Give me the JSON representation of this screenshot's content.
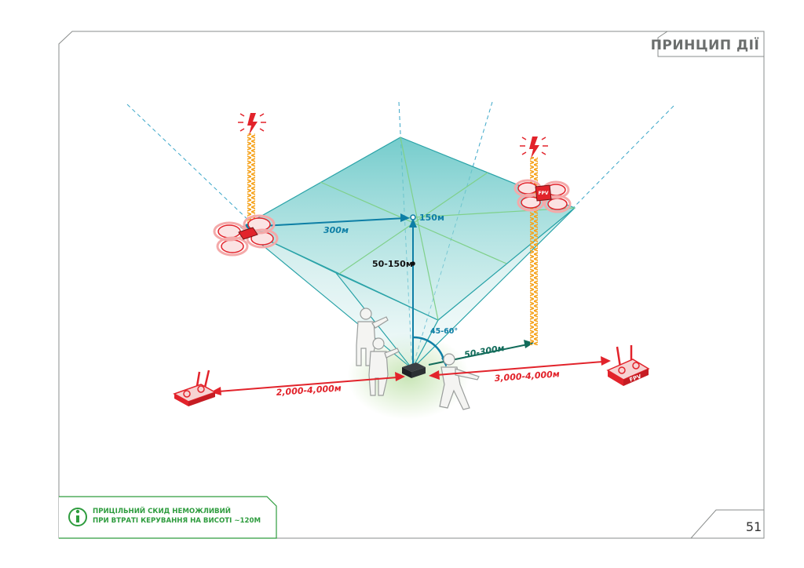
{
  "header": {
    "section_title": "ПРИНЦИП ДІЇ"
  },
  "page": {
    "number": "51"
  },
  "note": {
    "icon": "info-icon",
    "lines": [
      "ПРИЦІЛЬНИЙ СКИД НЕМОЖЛИВИЙ",
      "ПРИ ВТРАТІ КЕРУВАННЯ НА ВИСОТІ ~120М"
    ]
  },
  "diagram": {
    "labels": {
      "radius": "300м",
      "height_max": "150м",
      "height_range": "50-150м",
      "angle": "45-60°",
      "ground_range": "50-300м",
      "controller_left_range": "2,000-4,000м",
      "controller_right_range": "3,000-4,000м",
      "fpv_drone_tag": "FPV",
      "fpv_controller_tag": "FPV"
    },
    "colors": {
      "dome_teal": "#2aa3a8",
      "grid_green": "#7fd08a",
      "teal_arrow": "#0e7fa6",
      "dark_green_arrow": "#116b5a",
      "red_arrow": "#e2232b",
      "signal_orange": "#f5a21b",
      "lightning_red": "#e2232b",
      "frame_gray": "#8a8d8c",
      "note_green": "#2e9c3e"
    }
  }
}
